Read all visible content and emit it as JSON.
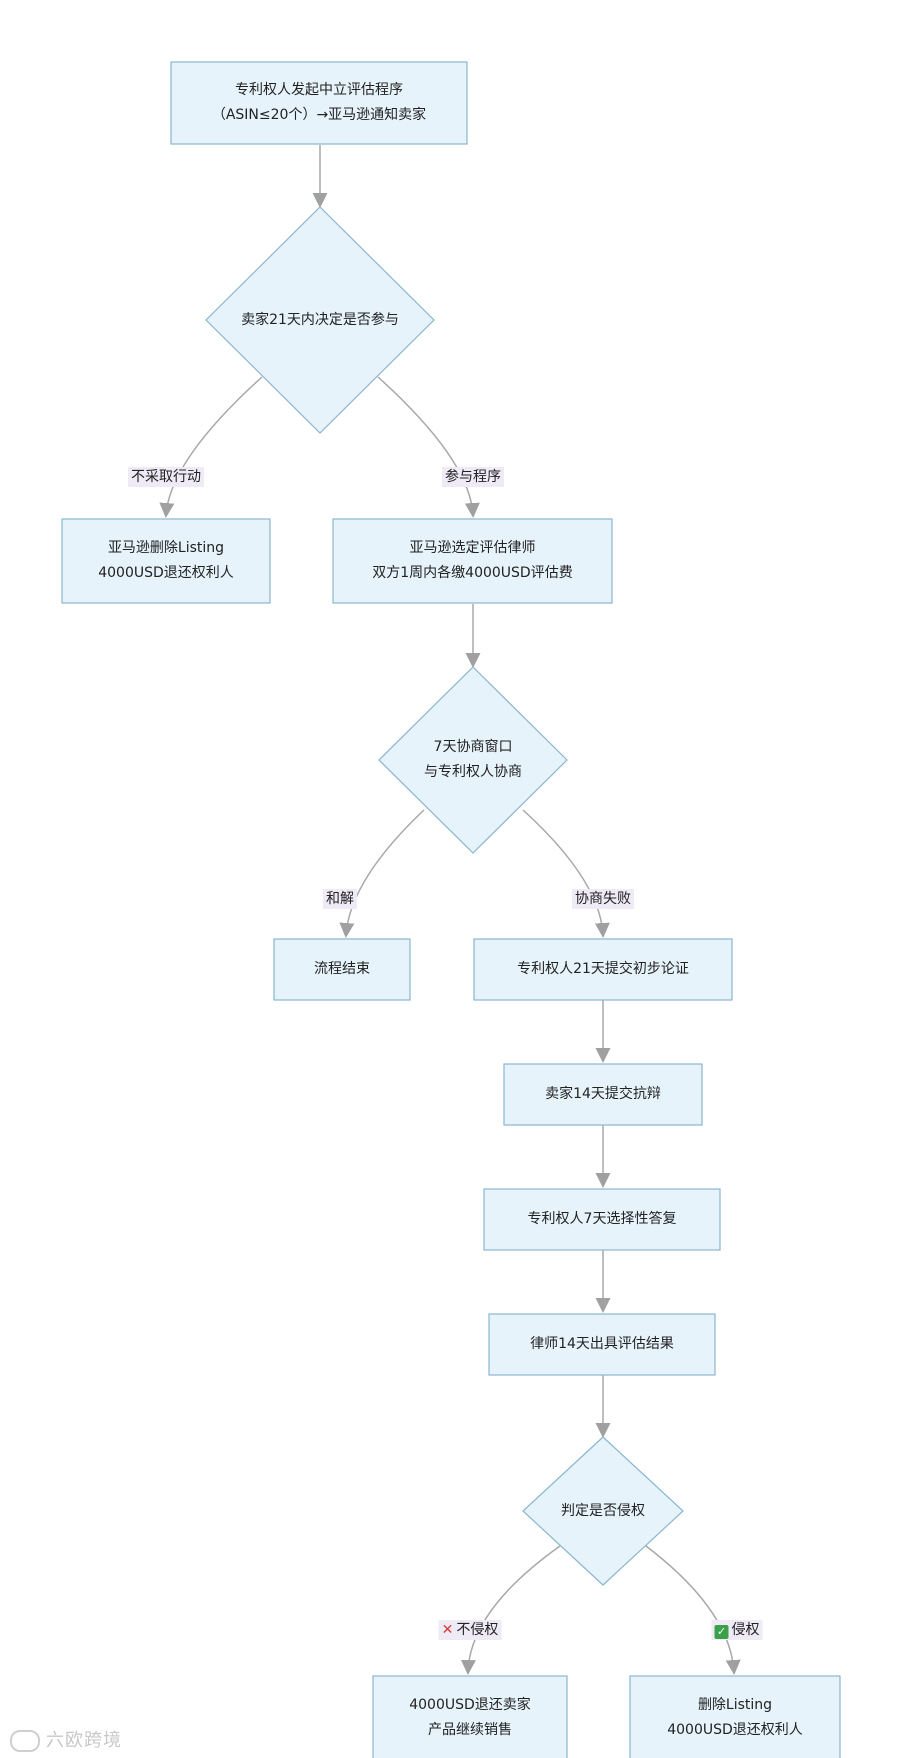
{
  "nodes": {
    "start": {
      "line1": "专利权人发起中立评估程序",
      "line2": "（ASIN≤20个）→亚马逊通知卖家"
    },
    "decide_participate": {
      "line1": "卖家21天内决定是否参与"
    },
    "remove_listing": {
      "line1": "亚马逊删除Listing",
      "line2": "4000USD退还权利人"
    },
    "select_lawyer": {
      "line1": "亚马逊选定评估律师",
      "line2": "双方1周内各缴4000USD评估费"
    },
    "negotiate": {
      "line1": "7天协商窗口",
      "line2": "与专利权人协商"
    },
    "end_process": {
      "line1": "流程结束"
    },
    "initial_argument": {
      "line1": "专利权人21天提交初步论证"
    },
    "seller_defense": {
      "line1": "卖家14天提交抗辩"
    },
    "optional_reply": {
      "line1": "专利权人7天选择性答复"
    },
    "lawyer_result": {
      "line1": "律师14天出具评估结果"
    },
    "infringe_decision": {
      "line1": "判定是否侵权"
    },
    "refund_seller": {
      "line1": "4000USD退还卖家",
      "line2": "产品继续销售"
    },
    "delete_listing": {
      "line1": "删除Listing",
      "line2": "4000USD退还权利人"
    }
  },
  "edges": {
    "no_action": "不采取行动",
    "participate": "参与程序",
    "settle": "和解",
    "negotiation_failed": "协商失败",
    "not_infringe": "不侵权",
    "infringe": "侵权"
  },
  "icons": {
    "not_infringe": "cross-mark-icon",
    "infringe": "check-mark-icon"
  },
  "watermark": "六欧跨境",
  "colors": {
    "node_fill": "#e6f3fb",
    "node_stroke": "#8ab6cf",
    "arrow": "#a0a0a0",
    "label_bg": "#eeeaf6"
  }
}
